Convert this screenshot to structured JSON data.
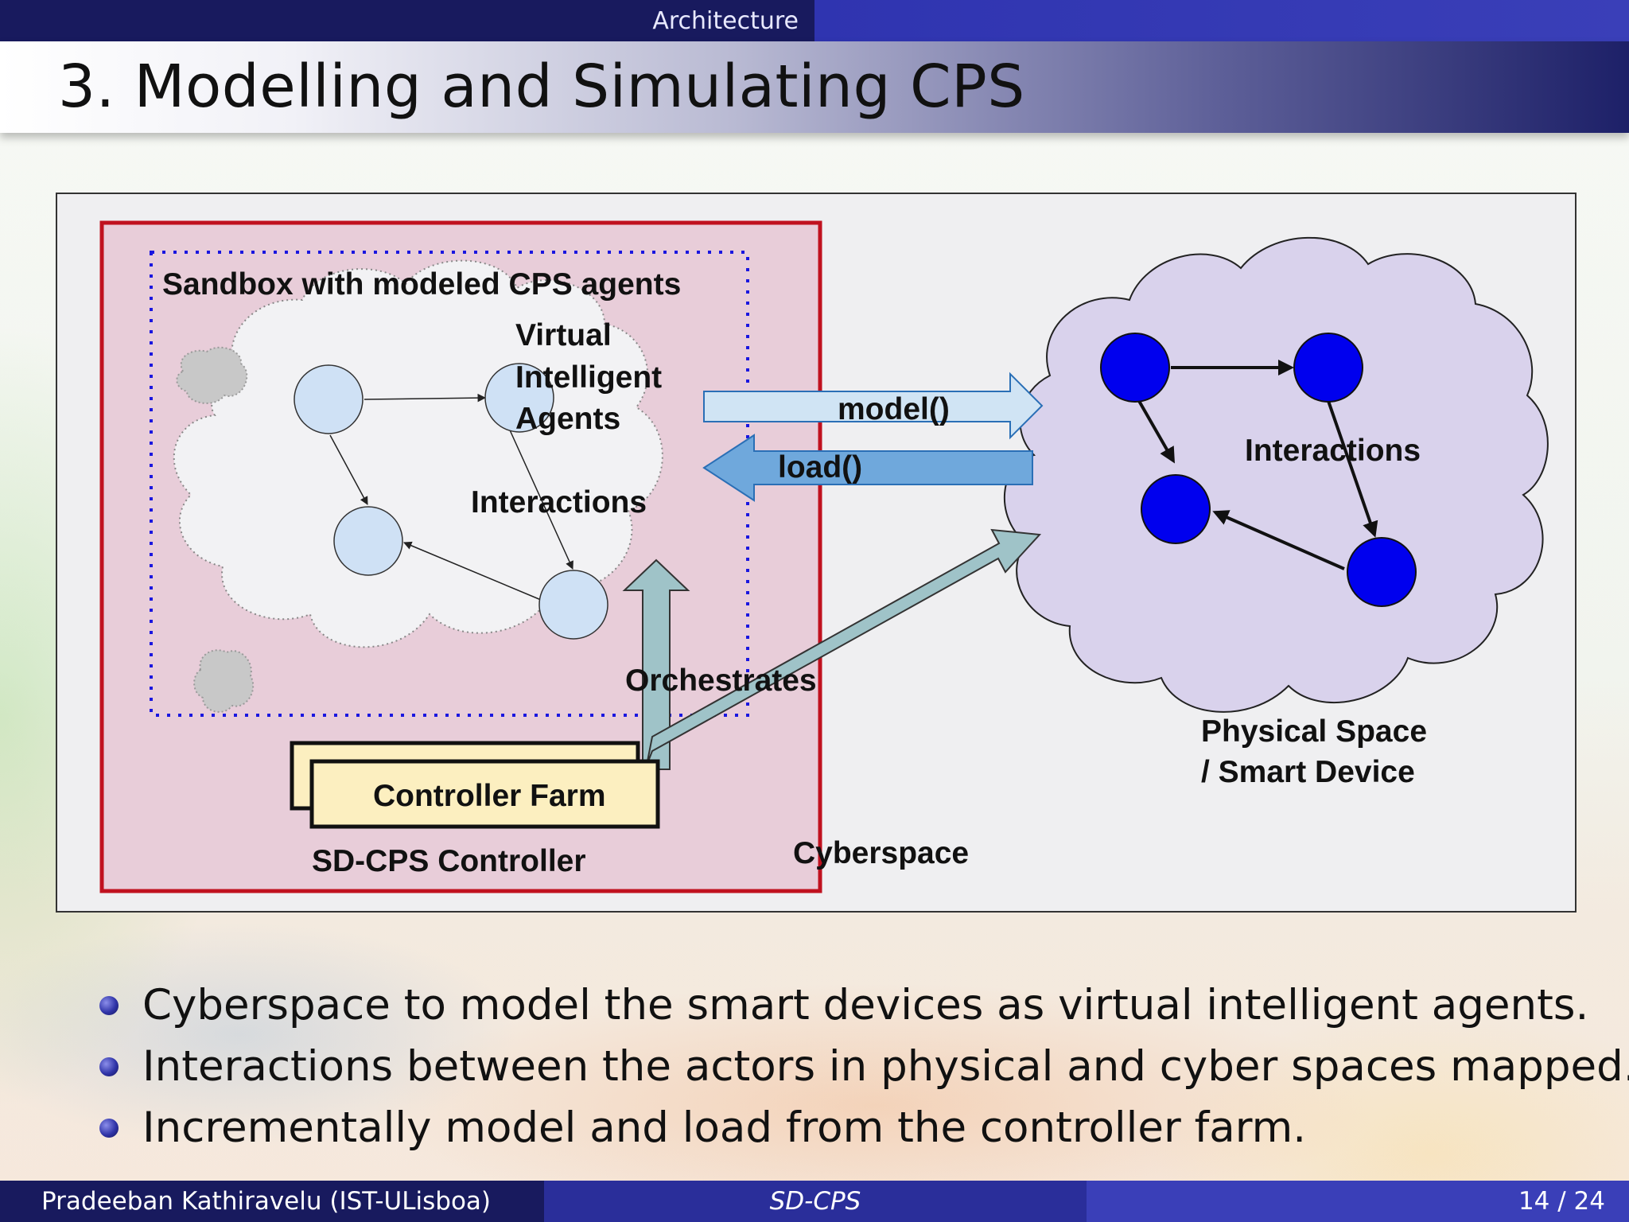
{
  "header": {
    "section": "Architecture",
    "title": "3.  Modelling and Simulating CPS"
  },
  "diagram": {
    "sandbox_label": "Sandbox with modeled CPS agents",
    "virtual_agents_label": [
      "Virtual",
      "Intelligent",
      "Agents"
    ],
    "interactions_left": "Interactions",
    "model_label": "model()",
    "load_label": "load()",
    "interactions_right": "Interactions",
    "orchestrates_label": "Orchestrates",
    "controller_farm_label": "Controller Farm",
    "sdcps_controller_label": "SD-CPS Controller",
    "cyberspace_label": "Cyberspace",
    "physical_space_label": [
      "Physical Space",
      "/ Smart Device"
    ],
    "colors": {
      "cyberspace_border": "#c0111f",
      "cyberspace_fill": "#e8cdd9",
      "sandbox_border": "#1a16e0",
      "virtual_node": "#cfe1f5",
      "physical_node": "#0000ee",
      "physical_cloud": "#d9d2ec",
      "model_arrow": "#d0e4f4",
      "load_arrow": "#6fa8dc",
      "orchestrate_arrow": "#9fc3c8",
      "controller_box": "#fcefc0"
    }
  },
  "bullets": [
    "Cyberspace to model the smart devices as virtual intelligent agents.",
    "Interactions between the actors in physical and cyber spaces mapped.",
    "Incrementally model and load from the controller farm."
  ],
  "footer": {
    "author": "Pradeeban Kathiravelu  (IST-ULisboa)",
    "short_title": "SD-CPS",
    "page": "14 / 24"
  }
}
